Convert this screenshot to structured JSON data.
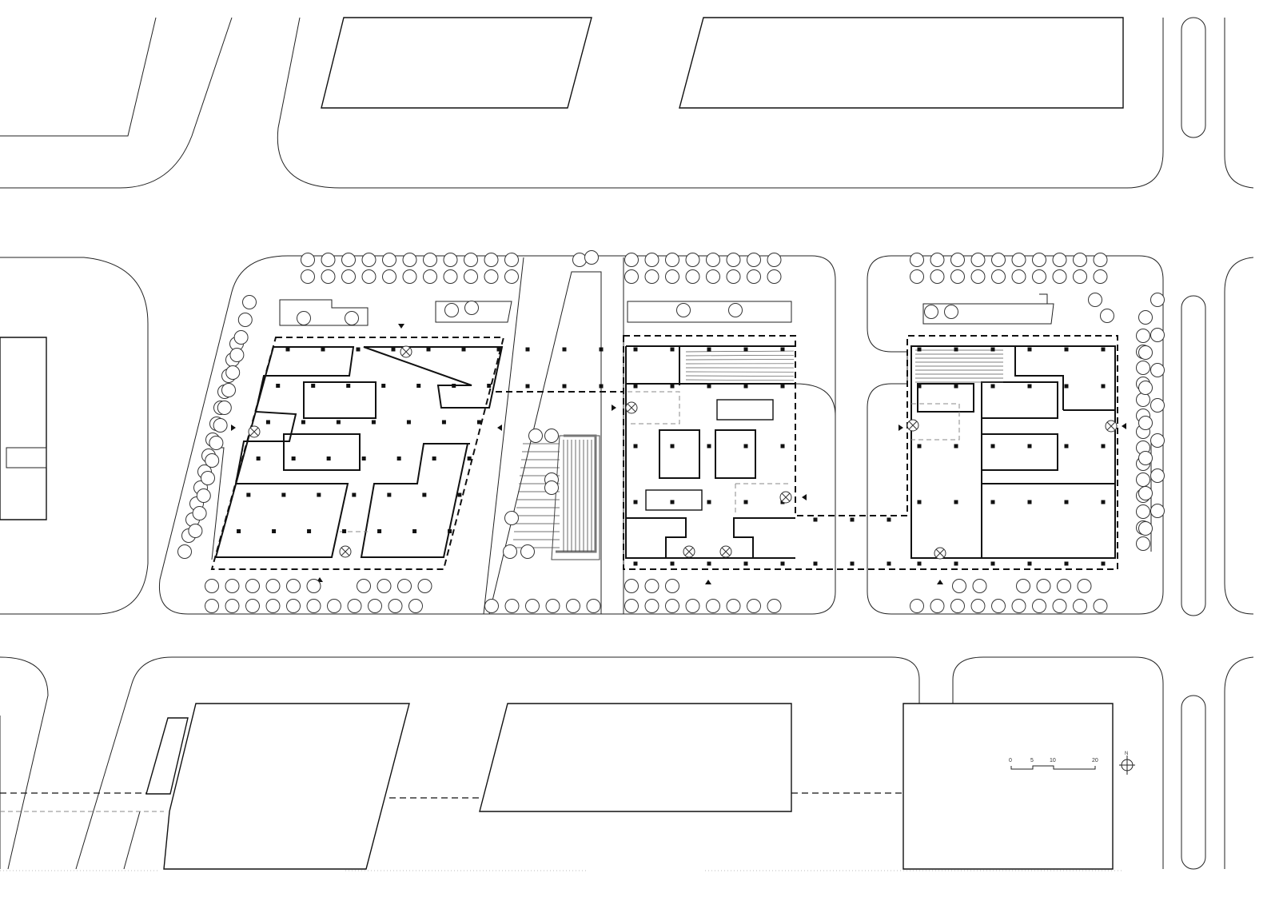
{
  "drawing": {
    "type": "site plan / ground floor plan",
    "scale_bar": {
      "labels": [
        "0",
        "5",
        "10",
        "20"
      ],
      "unit": "m"
    },
    "north_arrow": {
      "label": "N"
    }
  }
}
